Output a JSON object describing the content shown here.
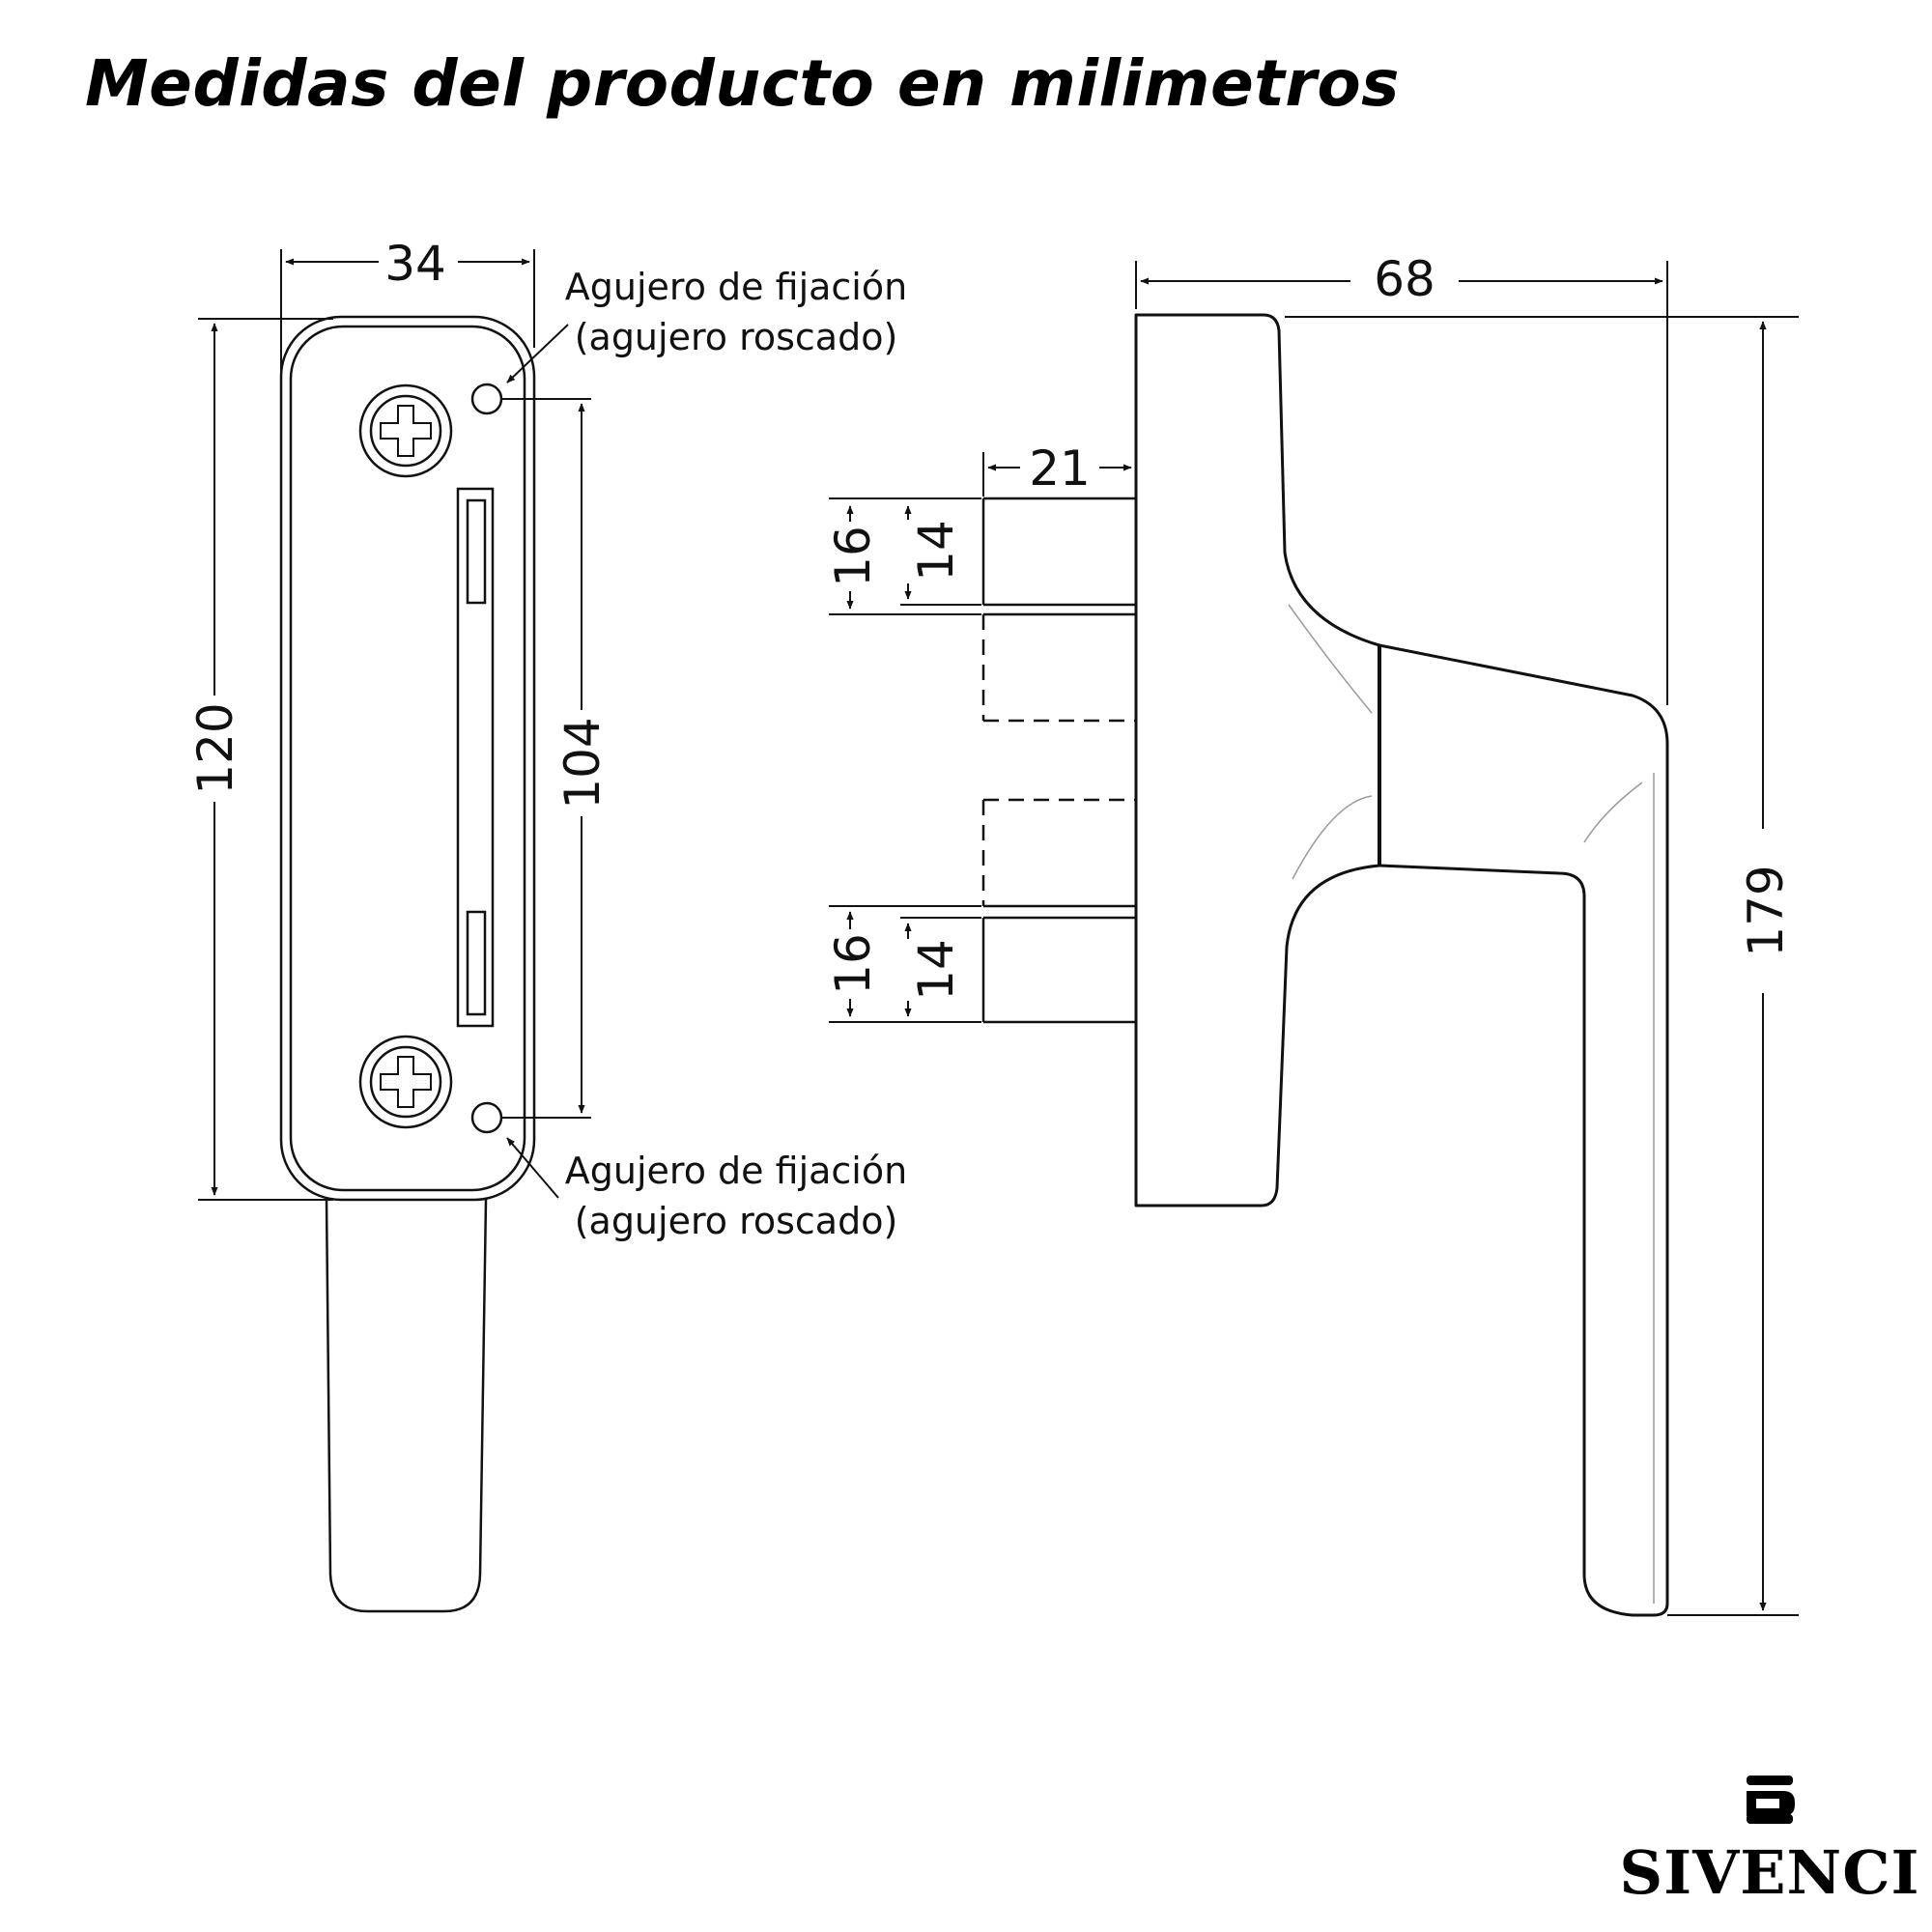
{
  "title": "Medidas del producto en milimetros",
  "dimensions": {
    "plate_width": "34",
    "plate_height": "120",
    "hole_spacing": "104",
    "total_depth": "68",
    "spindle_length": "21",
    "upper_outer": "16",
    "upper_inner": "14",
    "lower_outer": "16",
    "lower_inner": "14",
    "handle_length": "179"
  },
  "annotations": {
    "top_line1": "Agujero de fijación",
    "top_line2": "(agujero roscado)",
    "bottom_line1": "Agujero de fijación",
    "bottom_line2": "(agujero roscado)"
  },
  "brand": {
    "name": "SIVENCI",
    "icon": "sivenci-logo-icon"
  }
}
